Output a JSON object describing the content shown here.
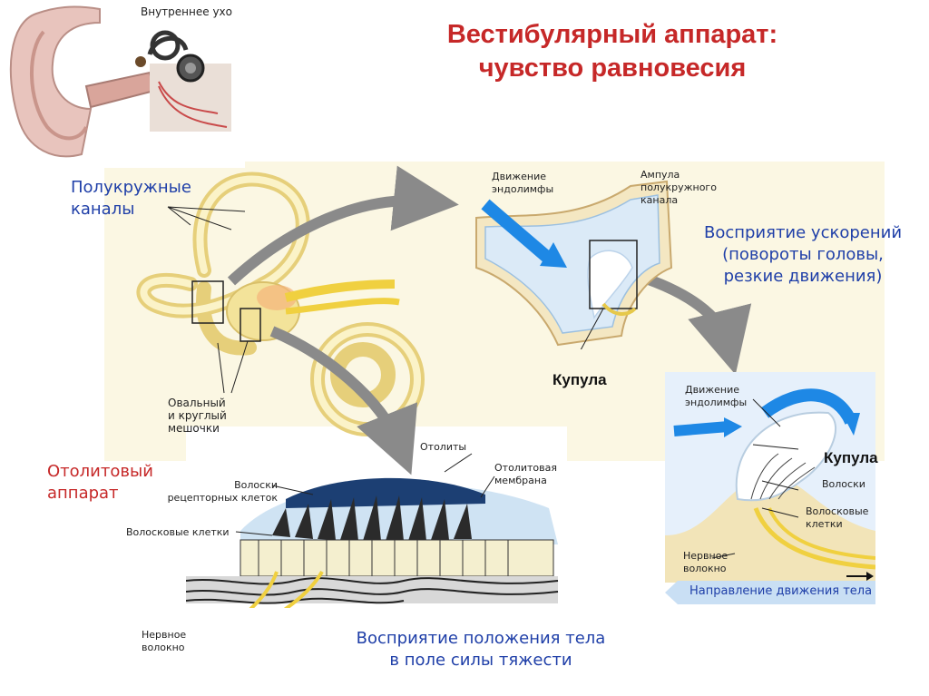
{
  "title": {
    "line1": "Вестибулярный аппарат:",
    "line2": "чувство равновесия"
  },
  "inset": {
    "label": "Внутреннее ухо"
  },
  "labels": {
    "semicircular_canals_line1": "Полукружные",
    "semicircular_canals_line2": "каналы",
    "oval_sac_line1": "Овальный",
    "oval_sac_line2": "и круглый",
    "oval_sac_line3": "мешочки",
    "otolith_apparatus_line1": "Отолитовый",
    "otolith_apparatus_line2": "аппарат",
    "endolymph_motion_1_line1": "Движение",
    "endolymph_motion_1_line2": "эндолимфы",
    "ampulla_line1": "Ампула",
    "ampulla_line2": "полукружного",
    "ampulla_line3": "канала",
    "acceleration_line1": "Восприятие ускорений",
    "acceleration_line2": "(повороты головы,",
    "acceleration_line3": "резкие движения)",
    "cupula_1": "Купула",
    "endolymph_motion_2_line1": "Движение",
    "endolymph_motion_2_line2": "эндолимфы",
    "cupula_2": "Купула",
    "hairs": "Волоски",
    "hair_cells_line1": "Волосковые",
    "hair_cells_line2": "клетки",
    "nerve_fiber_right_line1": "Нервное",
    "nerve_fiber_right_line2": "волокно",
    "body_direction": "Направление движения тела",
    "otoliths": "Отолиты",
    "otolith_membrane_line1": "Отолитовая",
    "otolith_membrane_line2": "мембрана",
    "receptor_hairs_line1": "Волоски",
    "receptor_hairs_line2": "рецепторных клеток",
    "hair_cells_left": "Волосковые клетки",
    "nerve_fiber_left_line1": "Нервное",
    "nerve_fiber_left_line2": "волокно",
    "gravity_line1": "Восприятие положения тела",
    "gravity_line2": "в поле силы тяжести"
  },
  "colors": {
    "title": "#c62828",
    "note_blue": "#1f3fa8",
    "endolymph_arrow": "#1e88e5",
    "canal_yellow": "#f3e39a",
    "panel_bg": "#fbf7e3",
    "process_arrow": "#8a8a8a"
  }
}
